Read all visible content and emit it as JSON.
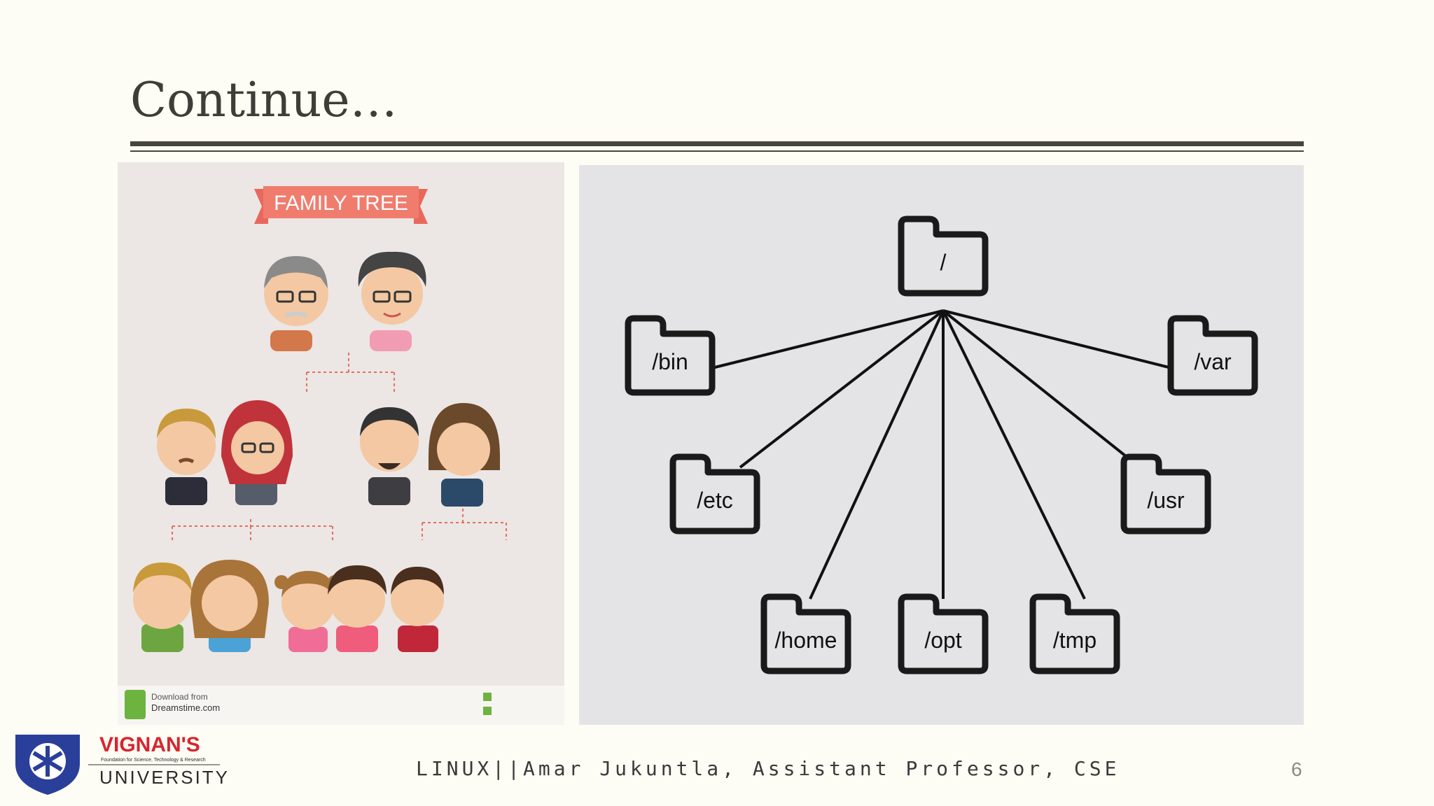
{
  "slide": {
    "title": "Continue…",
    "footer": "LINUX||Amar Jukuntla, Assistant Professor, CSE",
    "page_number": "6"
  },
  "family_tree": {
    "banner": "FAMILY TREE",
    "download_label": "Download from",
    "download_site": "Dreamstime.com"
  },
  "fs_tree": {
    "root": "/",
    "dirs": [
      "/bin",
      "/etc",
      "/home",
      "/opt",
      "/tmp",
      "/usr",
      "/var"
    ]
  },
  "logo": {
    "brand": "VIGNAN'S",
    "tagline": "Foundation for Science, Technology & Research",
    "type": "UNIVERSITY",
    "brand_color": "#d6262e",
    "shield_color": "#2a3f9a"
  }
}
